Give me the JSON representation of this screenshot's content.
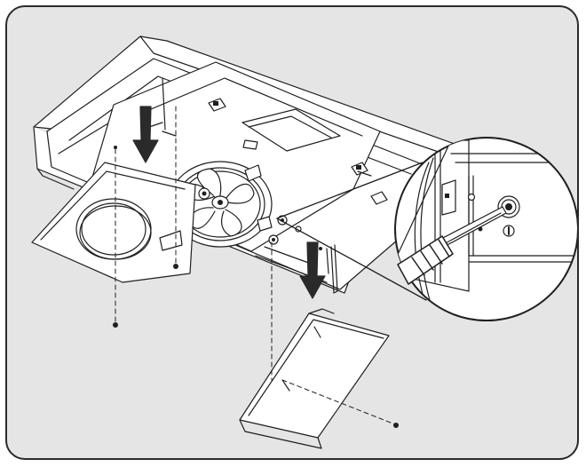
{
  "figure": {
    "background_color": "#e5e5e5",
    "line_color": "#1f1f1f",
    "part_fill": "#ffffff",
    "arrow_color": "#2a2a2a",
    "components": [
      "hood-body",
      "fan-blower",
      "duct-collar-plate",
      "front-cover-panel",
      "magnified-detail-circle",
      "screwdriver",
      "screws",
      "down-arrows"
    ]
  }
}
